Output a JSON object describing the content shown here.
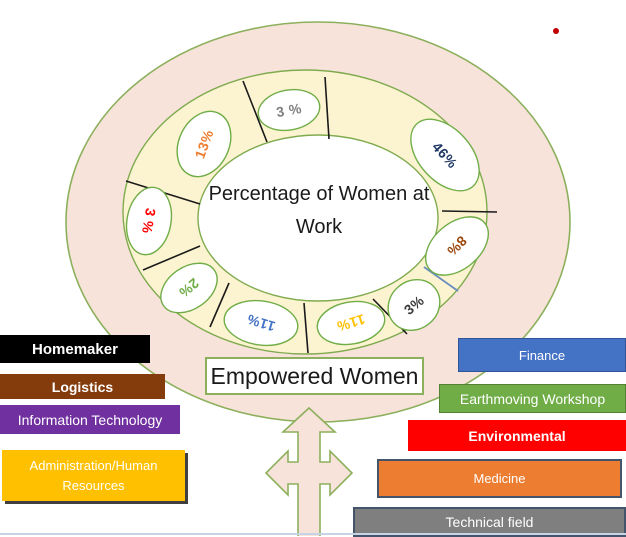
{
  "chart_data": {
    "type": "pie",
    "title": "Percentage of Women at Work",
    "caption": "Empowered Women",
    "layout_hint": "donut ring drawn inside a female gender symbol; percentage labels sit in white ellipses inside the ring; legend boxes are color-coded rectangles on the left and right",
    "segments": [
      {
        "label": "3 %",
        "value": 3,
        "color": "#808080"
      },
      {
        "label": "46%",
        "value": 46,
        "color": "#1F3864"
      },
      {
        "label": "8%",
        "value": 8,
        "color": "#9C480E"
      },
      {
        "label": "3%",
        "value": 3,
        "color": "#3B3B3B"
      },
      {
        "label": "11%",
        "value": 11,
        "color": "#FFC000"
      },
      {
        "label": "11%",
        "value": 11,
        "color": "#4472C4"
      },
      {
        "label": "2%",
        "value": 2,
        "color": "#70AD47"
      },
      {
        "label": "3 %",
        "value": 3,
        "color": "#FF0000"
      },
      {
        "label": "13%",
        "value": 13,
        "color": "#ED7D31"
      }
    ],
    "legend": [
      {
        "label": "Homemaker",
        "color": "#000000"
      },
      {
        "label": "Logistics",
        "color": "#843C0C"
      },
      {
        "label": "Information Technology",
        "color": "#7030A0"
      },
      {
        "label": "Administration/Human Resources",
        "color": "#FFC000"
      },
      {
        "label": "Finance",
        "color": "#4472C4"
      },
      {
        "label": "Earthmoving Workshop",
        "color": "#70AD47"
      },
      {
        "label": "Environmental",
        "color": "#FF0000"
      },
      {
        "label": "Medicine",
        "color": "#ED7D31"
      },
      {
        "label": "Technical field",
        "color": "#7F7F7F"
      }
    ],
    "symbol_colors": {
      "fill": "#F8E3DB",
      "ring_fill": "#FCF3D0",
      "outline": "#8CB05C"
    }
  },
  "decorations": {
    "marker_dot_color": "#C00000"
  }
}
